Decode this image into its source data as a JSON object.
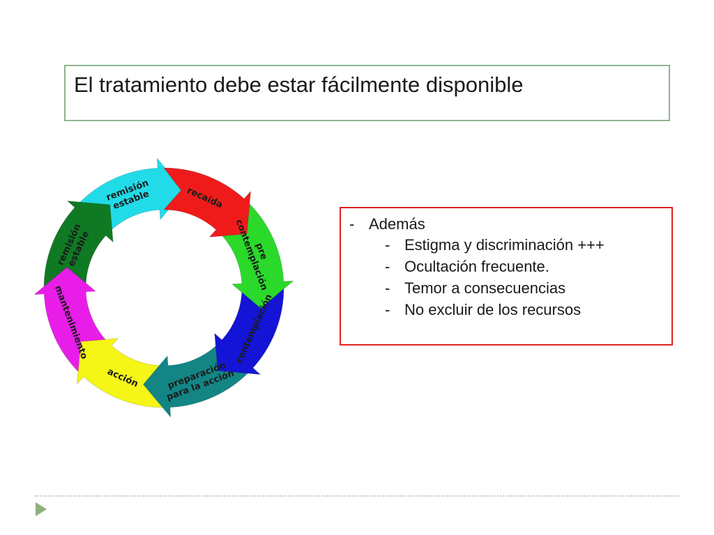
{
  "slide": {
    "title": "El tratamiento debe estar fácilmente disponible"
  },
  "cycle": {
    "segments": [
      {
        "label_lines": [
          "recaída"
        ],
        "color": "#ef1b1b"
      },
      {
        "label_lines": [
          "pre",
          "contemplación"
        ],
        "color": "#2bd92b"
      },
      {
        "label_lines": [
          "contemplación"
        ],
        "color": "#1414d6"
      },
      {
        "label_lines": [
          "preparación",
          "para la acción"
        ],
        "color": "#138585"
      },
      {
        "label_lines": [
          "acción"
        ],
        "color": "#f5f516"
      },
      {
        "label_lines": [
          "mantenimiento"
        ],
        "color": "#e81ee8"
      },
      {
        "label_lines": [
          "remisión",
          "estable"
        ],
        "color": "#0f7a23"
      },
      {
        "label_lines": [
          "remisión",
          "estable"
        ],
        "color": "#22dbe8"
      }
    ]
  },
  "notes": {
    "items": [
      {
        "dash": "-",
        "text": "Además",
        "level": 0
      },
      {
        "dash": "-",
        "text": "Estigma y discriminación +++",
        "level": 1
      },
      {
        "dash": "-",
        "text": "Ocultación frecuente.",
        "level": 1
      },
      {
        "dash": "-",
        "text": "Temor a consecuencias",
        "level": 1
      },
      {
        "dash": "-",
        "text": "No excluir de los recursos",
        "level": 1
      }
    ]
  },
  "theme": {
    "title_border": "#8eb48e",
    "notes_border": "#e02020",
    "footer_accent": "#8fb07a"
  }
}
